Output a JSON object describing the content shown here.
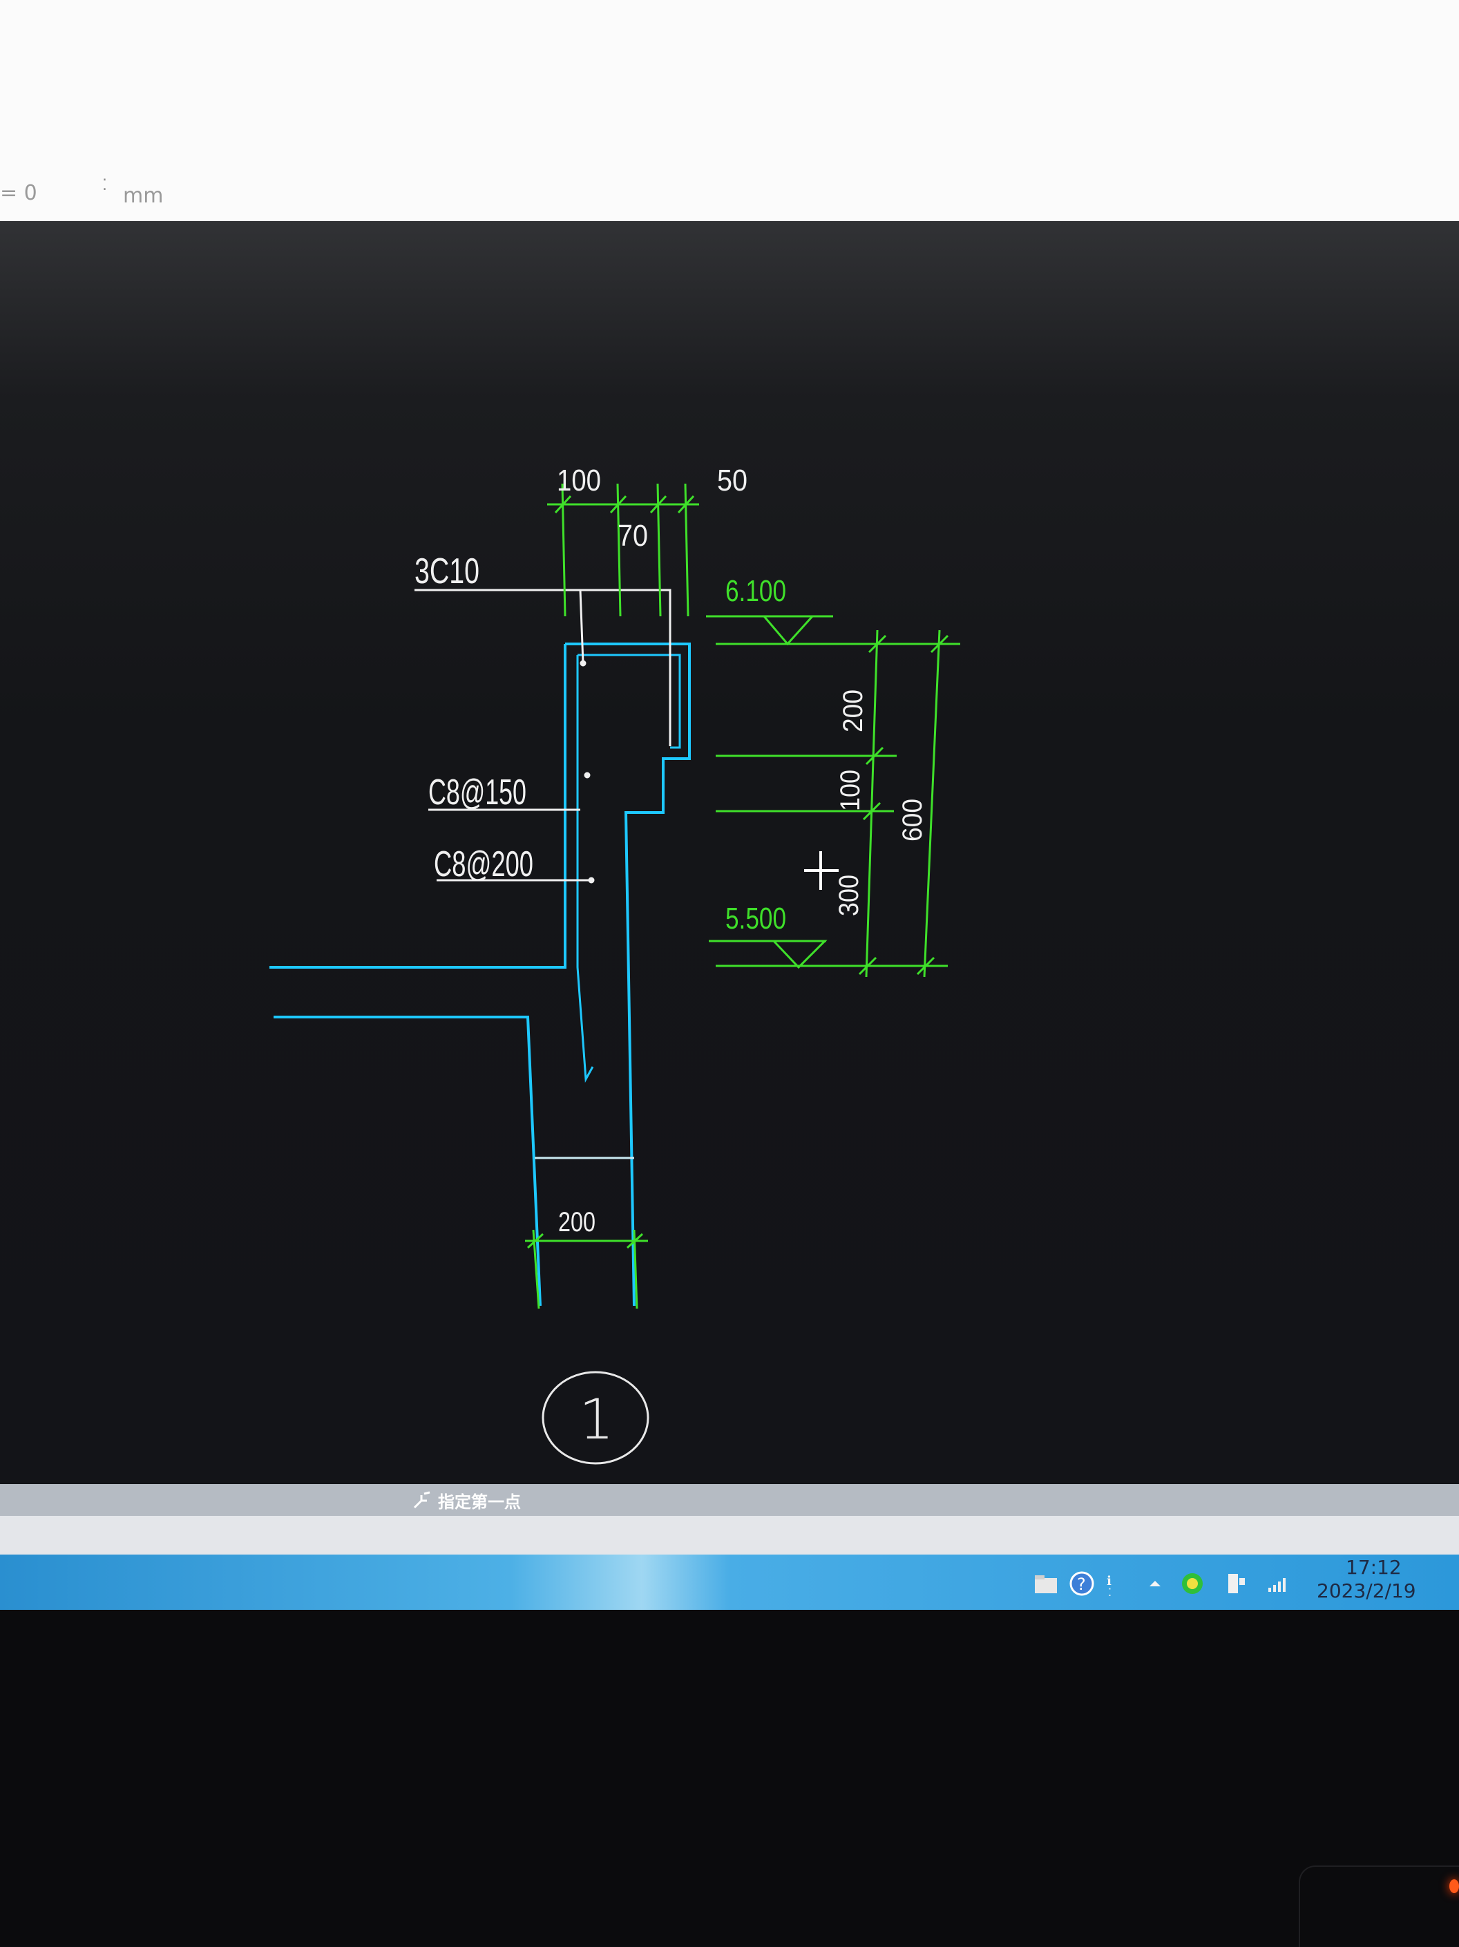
{
  "toolbar": {
    "angle_value": "= 0",
    "unit": "mm"
  },
  "drawing": {
    "rebar_labels": [
      "3C10",
      "C8@150",
      "C8@200"
    ],
    "top_dims": {
      "d100": "100",
      "d70": "70",
      "d50": "50"
    },
    "elevations": {
      "top": "6.100",
      "bottom": "5.500"
    },
    "right_dims": {
      "d200": "200",
      "d100": "100",
      "d300": "300",
      "d600": "600"
    },
    "bottom_dim": "200",
    "section_mark": "1"
  },
  "command_line": {
    "prompt": "指定第一点"
  },
  "taskbar": {
    "time": "17:12",
    "date": "2023/2/19",
    "tray_icons": [
      "folder-icon",
      "help-icon",
      "network-icon",
      "show-hidden-icons-arrow",
      "security-icon",
      "usb-icon",
      "signal-icon"
    ]
  },
  "colors": {
    "cad_background": "#131418",
    "dimension_green": "#3fe02a",
    "outline_cyan": "#1ec8ff",
    "rebar_white": "#f0f0f0"
  }
}
